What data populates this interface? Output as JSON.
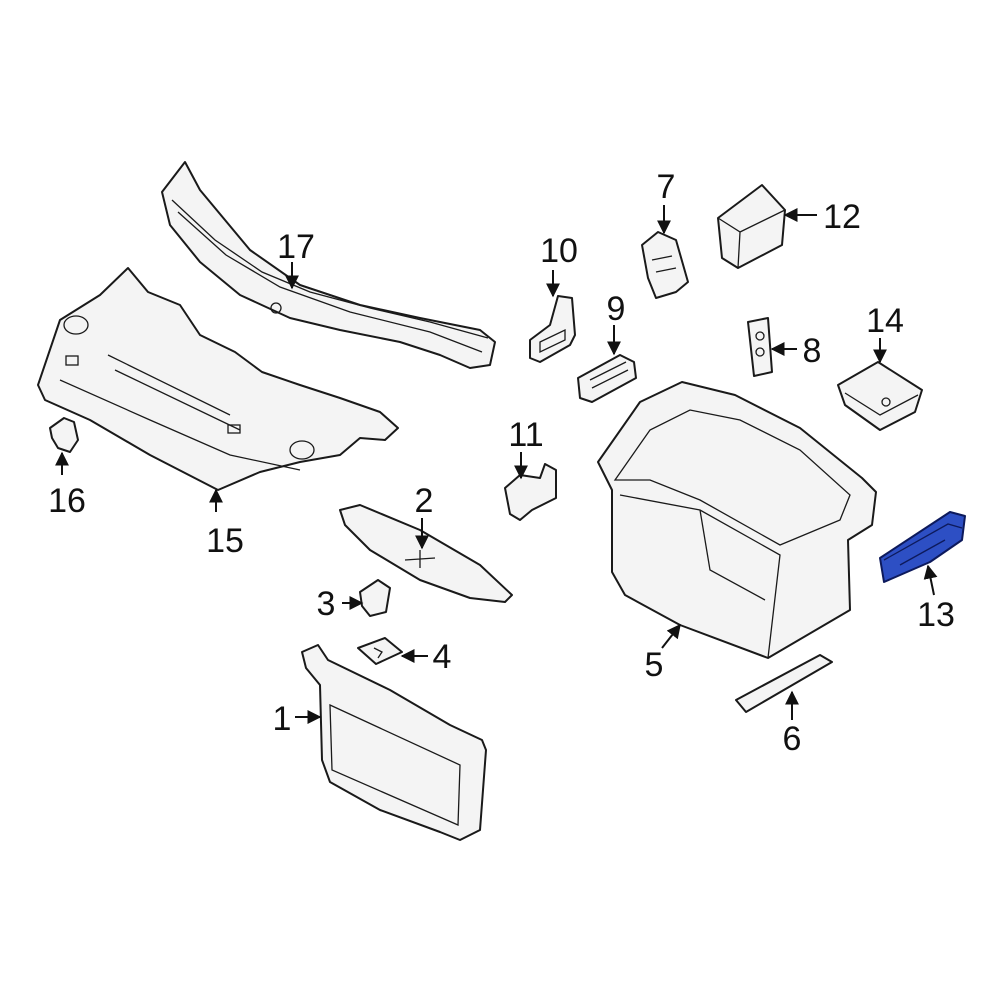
{
  "highlight_color": "#2d4fc4",
  "callouts": [
    {
      "id": "1",
      "label": "1"
    },
    {
      "id": "2",
      "label": "2"
    },
    {
      "id": "3",
      "label": "3"
    },
    {
      "id": "4",
      "label": "4"
    },
    {
      "id": "5",
      "label": "5"
    },
    {
      "id": "6",
      "label": "6"
    },
    {
      "id": "7",
      "label": "7"
    },
    {
      "id": "8",
      "label": "8"
    },
    {
      "id": "9",
      "label": "9"
    },
    {
      "id": "10",
      "label": "10"
    },
    {
      "id": "11",
      "label": "11"
    },
    {
      "id": "12",
      "label": "12"
    },
    {
      "id": "13",
      "label": "13"
    },
    {
      "id": "14",
      "label": "14"
    },
    {
      "id": "15",
      "label": "15"
    },
    {
      "id": "16",
      "label": "16"
    },
    {
      "id": "17",
      "label": "17"
    }
  ],
  "highlighted_part": "13"
}
